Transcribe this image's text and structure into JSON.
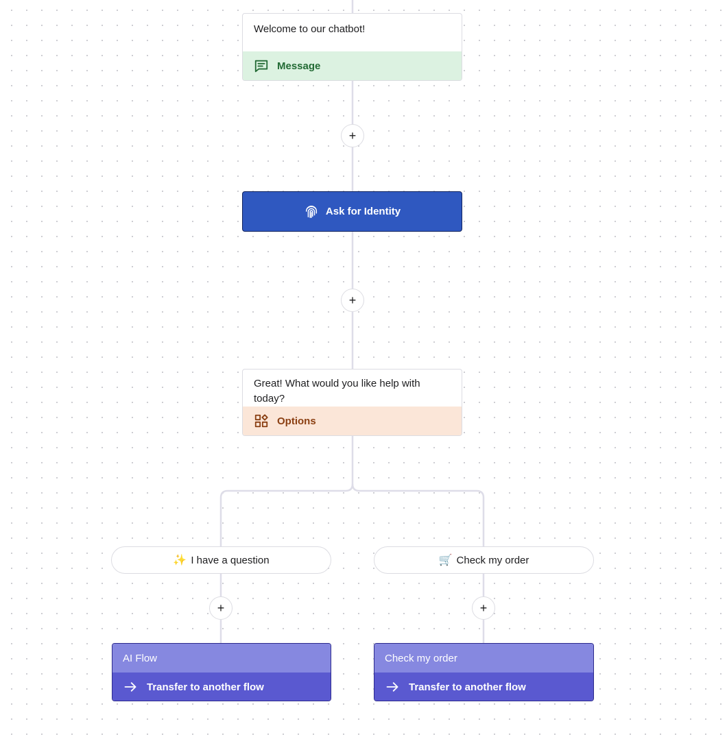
{
  "flow": {
    "welcome": {
      "text": "Welcome to our chatbot!",
      "type_label": "Message",
      "icon": "message-lines-icon"
    },
    "identity": {
      "label": "Ask for Identity",
      "icon": "fingerprint-icon"
    },
    "options": {
      "text": "Great! What would you like help with today?",
      "type_label": "Options",
      "icon": "apps-shapes-icon"
    },
    "add_symbol": "+",
    "choices": [
      {
        "emoji": "✨",
        "label": "I have a question"
      },
      {
        "emoji": "🛒",
        "label": "Check my order"
      }
    ],
    "transfers": [
      {
        "title": "AI Flow",
        "action": "Transfer to another flow",
        "icon": "arrow-right-icon"
      },
      {
        "title": "Check my order",
        "action": "Transfer to another flow",
        "icon": "arrow-right-icon"
      }
    ]
  },
  "colors": {
    "connector": "#dedde8",
    "message_bg": "#dcf2e1",
    "message_text": "#236b35",
    "identity_bg": "#2f58c0",
    "options_bg": "#fbe6d8",
    "options_text": "#8a3f12",
    "transfer_top": "#8688e0",
    "transfer_bottom": "#5a59d0"
  }
}
